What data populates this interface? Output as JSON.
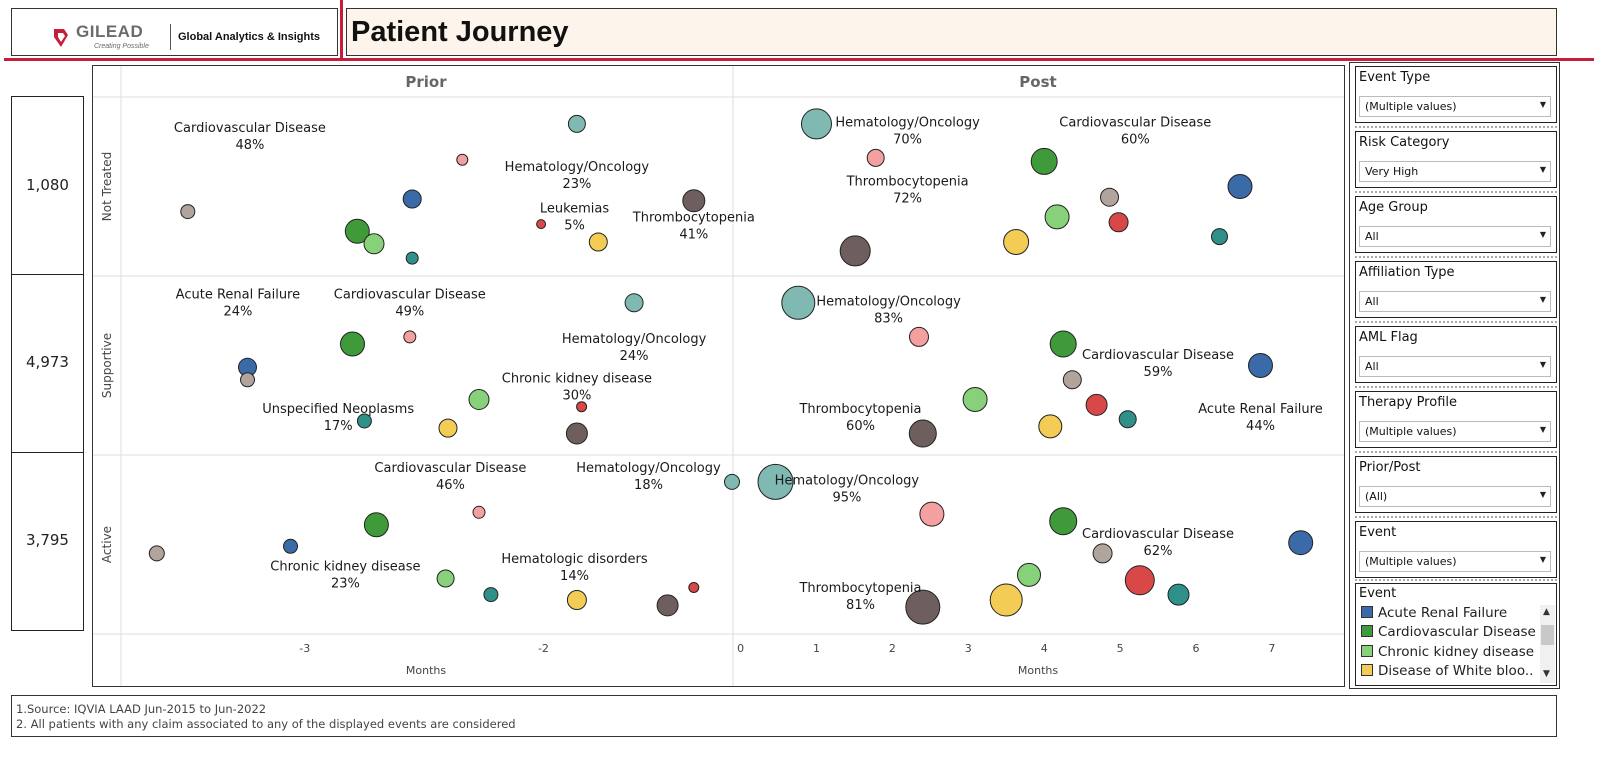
{
  "header": {
    "logo_text": "GILEAD",
    "logo_tagline": "Creating Possible",
    "department": "Global Analytics & Insights",
    "title": "Patient Journey"
  },
  "row_counts": [
    "1,080",
    "4,973",
    "3,795"
  ],
  "filters": [
    {
      "title": "Event Type",
      "value": "(Multiple values)"
    },
    {
      "title": "Risk Category",
      "value": "Very High"
    },
    {
      "title": "Age Group",
      "value": "All"
    },
    {
      "title": "Affiliation Type",
      "value": "All"
    },
    {
      "title": "AML Flag",
      "value": "All"
    },
    {
      "title": "Therapy Profile",
      "value": "(Multiple values)"
    },
    {
      "title": "Prior/Post",
      "value": "(All)"
    },
    {
      "title": "Event",
      "value": "(Multiple values)"
    }
  ],
  "legend": {
    "title": "Event",
    "items": [
      {
        "label": "Acute Renal Failure",
        "color": "#3a6aa8"
      },
      {
        "label": "Cardiovascular Disease",
        "color": "#3f9a3a"
      },
      {
        "label": "Chronic kidney disease",
        "color": "#86d17a"
      },
      {
        "label": "Disease of White bloo..",
        "color": "#f2cc55"
      }
    ]
  },
  "footnotes": [
    "1.Source: IQVIA LAAD Jun-2015 to Jun-2022",
    "2. All patients with any claim associated to any of the displayed events are considered"
  ],
  "colors": {
    "Acute Renal Failure": "#3a6aa8",
    "Cardiovascular Disease": "#3f9a3a",
    "Chronic kidney disease": "#86d17a",
    "Disease of White blood cells": "#f2cc55",
    "Hematology/Oncology": "#80b9b2",
    "Hematologic disorders": "#d94848",
    "Leukemias": "#d94848",
    "Thrombocytopenia": "#6e5e5e",
    "Unspecified Neoplasms": "#b0a49c",
    "Other gray": "#b0a49c",
    "Pink": "#f4a0a0",
    "Teal": "#2e9088"
  },
  "chart_data": {
    "type": "scatter",
    "panes": [
      "Prior",
      "Post"
    ],
    "rows": [
      "Not Treated",
      "Supportive",
      "Active"
    ],
    "xlabel": "Months",
    "prior_ticks": [
      "-3",
      "-2"
    ],
    "post_ticks": [
      "0",
      "1",
      "2",
      "3",
      "4",
      "5",
      "6",
      "7"
    ],
    "prior_xlim": [
      -3.77,
      -1.21
    ],
    "post_xlim": [
      -0.1,
      7.95
    ],
    "points": [
      {
        "pane": "Prior",
        "row": 0,
        "x": -2.78,
        "level": 0.25,
        "r": 12,
        "color": "#3f9a3a",
        "label": "Cardiovascular Disease",
        "pct": "48%",
        "lx": -3.23,
        "ly": 0.15
      },
      {
        "pane": "Prior",
        "row": 0,
        "x": -1.86,
        "level": 0.85,
        "r": 8.5,
        "color": "#80b9b2",
        "label": "Hematology/Oncology",
        "pct": "23%",
        "lx": -1.86,
        "ly": 0.37
      },
      {
        "pane": "Prior",
        "row": 0,
        "x": -2.34,
        "level": 0.65,
        "r": 5.5,
        "color": "#f4a0a0"
      },
      {
        "pane": "Prior",
        "row": 0,
        "x": -2.55,
        "level": 0.43,
        "r": 9,
        "color": "#3a6aa8"
      },
      {
        "pane": "Prior",
        "row": 0,
        "x": -3.49,
        "level": 0.36,
        "r": 7,
        "color": "#b0a49c"
      },
      {
        "pane": "Prior",
        "row": 0,
        "x": -2.71,
        "level": 0.18,
        "r": 10,
        "color": "#86d17a"
      },
      {
        "pane": "Prior",
        "row": 0,
        "x": -2.55,
        "level": 0.1,
        "r": 6,
        "color": "#2e9088"
      },
      {
        "pane": "Prior",
        "row": 0,
        "x": -2.01,
        "level": 0.29,
        "r": 4.5,
        "color": "#d94848",
        "label": "Leukemias",
        "pct": "5%",
        "lx": -1.87,
        "ly": 0.6
      },
      {
        "pane": "Prior",
        "row": 0,
        "x": -1.77,
        "level": 0.19,
        "r": 9,
        "color": "#f2cc55"
      },
      {
        "pane": "Prior",
        "row": 0,
        "x": -1.37,
        "level": 0.42,
        "r": 11,
        "color": "#6e5e5e",
        "label": "Thrombocytopenia",
        "pct": "41%",
        "lx": -1.37,
        "ly": 0.65
      },
      {
        "pane": "Prior",
        "row": 1,
        "x": -1.62,
        "level": 0.85,
        "r": 9,
        "color": "#80b9b2",
        "label": "Hematology/Oncology",
        "pct": "24%",
        "lx": -1.62,
        "ly": 0.33
      },
      {
        "pane": "Prior",
        "row": 1,
        "x": -2.56,
        "level": 0.66,
        "r": 6,
        "color": "#f4a0a0",
        "label": "Cardiovascular Disease",
        "pct": "49%",
        "lx": -2.56,
        "ly": 0.08
      },
      {
        "pane": "Prior",
        "row": 1,
        "x": -2.8,
        "level": 0.62,
        "r": 12,
        "color": "#3f9a3a",
        "label": "Acute Renal Failure",
        "pct": "24%",
        "lx": -3.28,
        "ly": 0.08
      },
      {
        "pane": "Prior",
        "row": 1,
        "x": -3.24,
        "level": 0.49,
        "r": 9,
        "color": "#3a6aa8",
        "label": "Unspecified Neoplasms",
        "pct": "17%",
        "lx": -2.86,
        "ly": 0.72
      },
      {
        "pane": "Prior",
        "row": 1,
        "x": -3.24,
        "level": 0.42,
        "r": 7,
        "color": "#b0a49c"
      },
      {
        "pane": "Prior",
        "row": 1,
        "x": -2.27,
        "level": 0.31,
        "r": 10,
        "color": "#86d17a",
        "label": "Chronic kidney disease",
        "pct": "30%",
        "lx": -1.86,
        "ly": 0.55
      },
      {
        "pane": "Prior",
        "row": 1,
        "x": -1.84,
        "level": 0.27,
        "r": 5,
        "color": "#d94848"
      },
      {
        "pane": "Prior",
        "row": 1,
        "x": -2.75,
        "level": 0.19,
        "r": 7,
        "color": "#2e9088"
      },
      {
        "pane": "Prior",
        "row": 1,
        "x": -2.4,
        "level": 0.15,
        "r": 9,
        "color": "#f2cc55"
      },
      {
        "pane": "Prior",
        "row": 1,
        "x": -1.86,
        "level": 0.12,
        "r": 10.5,
        "color": "#6e5e5e"
      },
      {
        "pane": "Prior",
        "row": 2,
        "x": -1.21,
        "level": 0.85,
        "r": 7.5,
        "color": "#80b9b2",
        "label": "Hematology/Oncology",
        "pct": "18%",
        "lx": -1.56,
        "ly": 0.05
      },
      {
        "pane": "Prior",
        "row": 2,
        "x": -2.27,
        "level": 0.68,
        "r": 6,
        "color": "#f4a0a0",
        "label": "Cardiovascular Disease",
        "pct": "46%",
        "lx": -2.39,
        "ly": 0.05
      },
      {
        "pane": "Prior",
        "row": 2,
        "x": -2.7,
        "level": 0.61,
        "r": 12,
        "color": "#3f9a3a"
      },
      {
        "pane": "Prior",
        "row": 2,
        "x": -3.06,
        "level": 0.49,
        "r": 7,
        "color": "#3a6aa8"
      },
      {
        "pane": "Prior",
        "row": 2,
        "x": -3.62,
        "level": 0.45,
        "r": 7.5,
        "color": "#b0a49c"
      },
      {
        "pane": "Prior",
        "row": 2,
        "x": -2.41,
        "level": 0.31,
        "r": 8.5,
        "color": "#86d17a",
        "label": "Chronic kidney disease",
        "pct": "23%",
        "lx": -2.83,
        "ly": 0.6
      },
      {
        "pane": "Prior",
        "row": 2,
        "x": -1.37,
        "level": 0.26,
        "r": 5,
        "color": "#d94848",
        "label": "Hematologic disorders",
        "pct": "14%",
        "lx": -1.87,
        "ly": 0.56
      },
      {
        "pane": "Prior",
        "row": 2,
        "x": -2.22,
        "level": 0.22,
        "r": 7,
        "color": "#2e9088"
      },
      {
        "pane": "Prior",
        "row": 2,
        "x": -1.86,
        "level": 0.19,
        "r": 9.5,
        "color": "#f2cc55"
      },
      {
        "pane": "Prior",
        "row": 2,
        "x": -1.48,
        "level": 0.16,
        "r": 10.5,
        "color": "#6e5e5e"
      },
      {
        "pane": "Post",
        "row": 0,
        "x": 1,
        "level": 0.85,
        "r": 15,
        "color": "#80b9b2",
        "label": "Hematology/Oncology",
        "pct": "70%",
        "lx": 2.2,
        "ly": 0.12
      },
      {
        "pane": "Post",
        "row": 0,
        "x": 1.78,
        "level": 0.66,
        "r": 8.5,
        "color": "#f4a0a0"
      },
      {
        "pane": "Post",
        "row": 0,
        "x": 4,
        "level": 0.64,
        "r": 13,
        "color": "#3f9a3a",
        "label": "Cardiovascular Disease",
        "pct": "60%",
        "lx": 5.2,
        "ly": 0.12
      },
      {
        "pane": "Post",
        "row": 0,
        "x": 6.58,
        "level": 0.5,
        "r": 12,
        "color": "#3a6aa8"
      },
      {
        "pane": "Post",
        "row": 0,
        "x": 4.86,
        "level": 0.44,
        "r": 9,
        "color": "#b0a49c"
      },
      {
        "pane": "Post",
        "row": 0,
        "x": 4.17,
        "level": 0.33,
        "r": 12,
        "color": "#86d17a",
        "label": "Thrombocytopenia",
        "pct": "72%",
        "lx": 2.2,
        "ly": 0.45
      },
      {
        "pane": "Post",
        "row": 0,
        "x": 4.98,
        "level": 0.3,
        "r": 9.5,
        "color": "#d94848"
      },
      {
        "pane": "Post",
        "row": 0,
        "x": 6.31,
        "level": 0.22,
        "r": 8,
        "color": "#2e9088"
      },
      {
        "pane": "Post",
        "row": 0,
        "x": 3.63,
        "level": 0.19,
        "r": 12.5,
        "color": "#f2cc55"
      },
      {
        "pane": "Post",
        "row": 0,
        "x": 1.51,
        "level": 0.14,
        "r": 15,
        "color": "#6e5e5e"
      },
      {
        "pane": "Post",
        "row": 1,
        "x": 0.76,
        "level": 0.85,
        "r": 16.5,
        "color": "#80b9b2",
        "label": "Hematology/Oncology",
        "pct": "83%",
        "lx": 1.95,
        "ly": 0.12
      },
      {
        "pane": "Post",
        "row": 1,
        "x": 2.35,
        "level": 0.66,
        "r": 9.5,
        "color": "#f4a0a0"
      },
      {
        "pane": "Post",
        "row": 1,
        "x": 4.25,
        "level": 0.62,
        "r": 13,
        "color": "#3f9a3a",
        "label": "Cardiovascular Disease",
        "pct": "59%",
        "lx": 5.5,
        "ly": 0.42
      },
      {
        "pane": "Post",
        "row": 1,
        "x": 6.85,
        "level": 0.5,
        "r": 12,
        "color": "#3a6aa8",
        "label": "Acute Renal Failure",
        "pct": "44%",
        "lx": 6.85,
        "ly": 0.72
      },
      {
        "pane": "Post",
        "row": 1,
        "x": 4.37,
        "level": 0.42,
        "r": 9,
        "color": "#b0a49c"
      },
      {
        "pane": "Post",
        "row": 1,
        "x": 3.09,
        "level": 0.31,
        "r": 12,
        "color": "#86d17a",
        "label": "Thrombocytopenia",
        "pct": "60%",
        "lx": 1.58,
        "ly": 0.72
      },
      {
        "pane": "Post",
        "row": 1,
        "x": 4.69,
        "level": 0.28,
        "r": 10.5,
        "color": "#d94848"
      },
      {
        "pane": "Post",
        "row": 1,
        "x": 5.1,
        "level": 0.2,
        "r": 8.5,
        "color": "#2e9088"
      },
      {
        "pane": "Post",
        "row": 1,
        "x": 4.08,
        "level": 0.16,
        "r": 11.5,
        "color": "#f2cc55"
      },
      {
        "pane": "Post",
        "row": 1,
        "x": 2.4,
        "level": 0.12,
        "r": 13.5,
        "color": "#6e5e5e"
      },
      {
        "pane": "Post",
        "row": 2,
        "x": 0.46,
        "level": 0.85,
        "r": 17.5,
        "color": "#80b9b2",
        "label": "Hematology/Oncology",
        "pct": "95%",
        "lx": 1.4,
        "ly": 0.12
      },
      {
        "pane": "Post",
        "row": 2,
        "x": 2.52,
        "level": 0.67,
        "r": 12,
        "color": "#f4a0a0"
      },
      {
        "pane": "Post",
        "row": 2,
        "x": 4.25,
        "level": 0.63,
        "r": 13.5,
        "color": "#3f9a3a",
        "label": "Cardiovascular Disease",
        "pct": "62%",
        "lx": 5.5,
        "ly": 0.42
      },
      {
        "pane": "Post",
        "row": 2,
        "x": 7.38,
        "level": 0.51,
        "r": 12,
        "color": "#3a6aa8"
      },
      {
        "pane": "Post",
        "row": 2,
        "x": 4.77,
        "level": 0.45,
        "r": 9.5,
        "color": "#b0a49c"
      },
      {
        "pane": "Post",
        "row": 2,
        "x": 3.8,
        "level": 0.33,
        "r": 11.5,
        "color": "#86d17a",
        "label": "Thrombocytopenia",
        "pct": "81%",
        "lx": 1.58,
        "ly": 0.72
      },
      {
        "pane": "Post",
        "row": 2,
        "x": 5.26,
        "level": 0.3,
        "r": 14.5,
        "color": "#d94848"
      },
      {
        "pane": "Post",
        "row": 2,
        "x": 5.77,
        "level": 0.22,
        "r": 10.5,
        "color": "#2e9088"
      },
      {
        "pane": "Post",
        "row": 2,
        "x": 3.5,
        "level": 0.19,
        "r": 16,
        "color": "#f2cc55"
      },
      {
        "pane": "Post",
        "row": 2,
        "x": 2.4,
        "level": 0.15,
        "r": 17,
        "color": "#6e5e5e"
      }
    ]
  }
}
